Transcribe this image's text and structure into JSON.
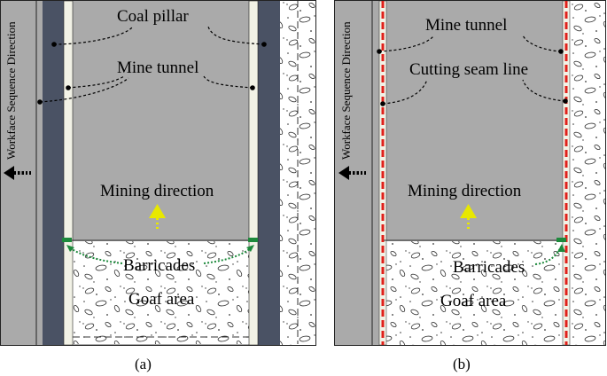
{
  "colors": {
    "rock": "#aaaaaa",
    "pillar": "#4a5264",
    "tunnel": "#f2f2e6",
    "goaf": "#ffffff",
    "seam_line": "#e0201a",
    "barricade": "#1d8a3c",
    "arrow": "#e8e800"
  },
  "panel_a": {
    "coal_pillar_label": "Coal pillar",
    "mine_tunnel_label": "Mine tunnel",
    "mining_direction_label": "Mining direction",
    "barricades_label": "Barricades",
    "goaf_label": "Goaf area",
    "sequence_label": "Workface Sequence Direction",
    "caption": "(a)"
  },
  "panel_b": {
    "mine_tunnel_label": "Mine tunnel",
    "cutting_seam_label": "Cutting seam line",
    "mining_direction_label": "Mining direction",
    "barricades_label": "Barricades",
    "goaf_label": "Goaf area",
    "sequence_label": "Workface Sequence Direction",
    "caption": "(b)"
  }
}
